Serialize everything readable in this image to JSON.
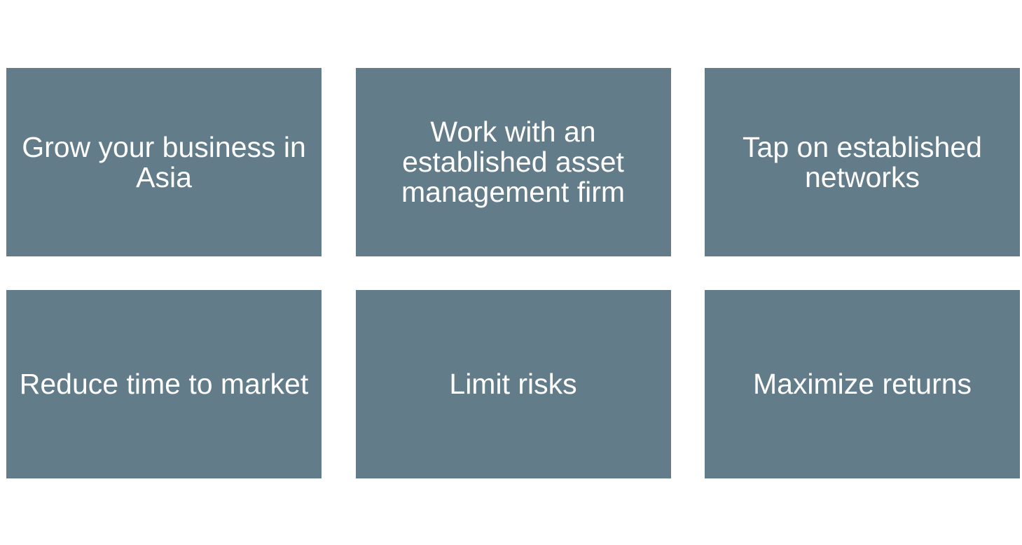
{
  "colors": {
    "background": "#ffffff",
    "tile": "#627c89",
    "text": "#ffffff"
  },
  "tiles": [
    {
      "label": "Grow your business in Asia"
    },
    {
      "label": "Work with an established asset management firm"
    },
    {
      "label": "Tap on established networks"
    },
    {
      "label": "Reduce time to market"
    },
    {
      "label": "Limit risks"
    },
    {
      "label": "Maximize returns"
    }
  ]
}
